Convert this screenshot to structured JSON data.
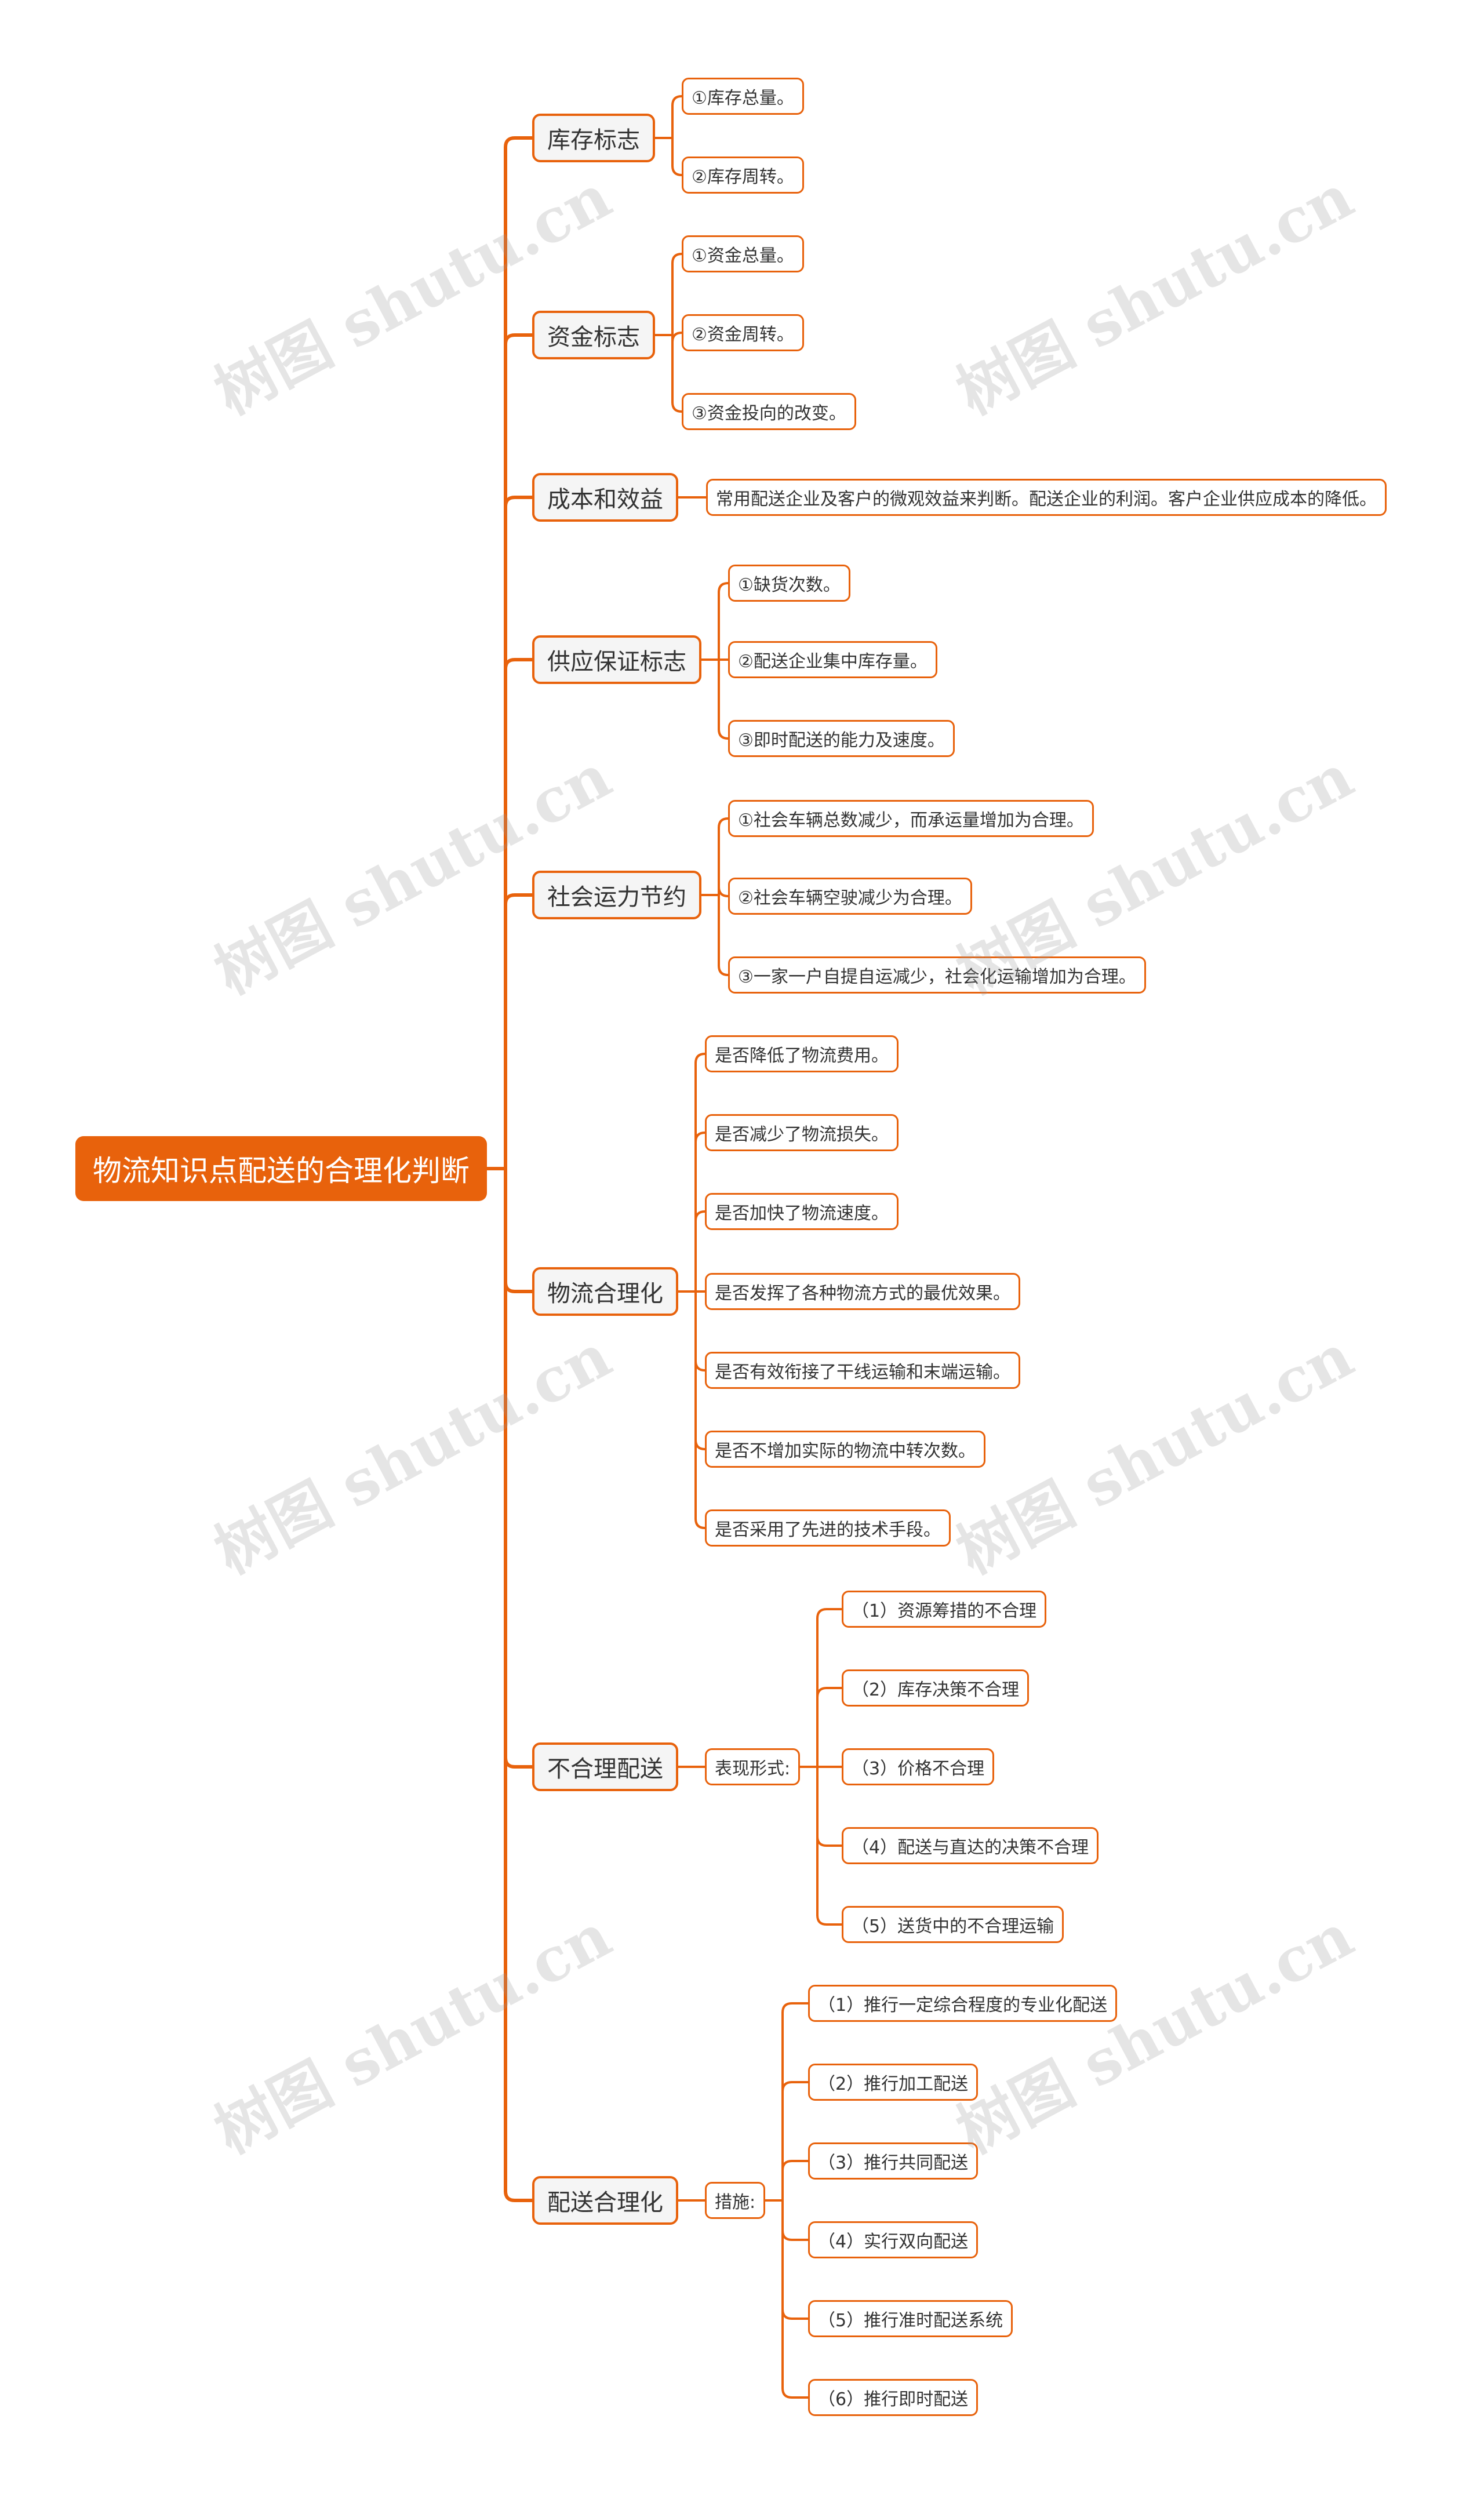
{
  "colors": {
    "accent": "#e8620c",
    "l1_fill": "#f5f5f5",
    "text": "#333333",
    "watermark": "#969696"
  },
  "watermark": "树图 shutu.cn",
  "root": "物流知识点配送的合理化判断",
  "branches": [
    {
      "label": "库存标志",
      "children": [
        "①库存总量。",
        "②库存周转。"
      ]
    },
    {
      "label": "资金标志",
      "children": [
        "①资金总量。",
        "②资金周转。",
        "③资金投向的改变。"
      ]
    },
    {
      "label": "成本和效益",
      "children": [
        "常用配送企业及客户的微观效益来判断。配送企业的利润。客户企业供应成本的降低。"
      ]
    },
    {
      "label": "供应保证标志",
      "children": [
        "①缺货次数。",
        "②配送企业集中库存量。",
        "③即时配送的能力及速度。"
      ]
    },
    {
      "label": "社会运力节约",
      "children": [
        "①社会车辆总数减少，而承运量增加为合理。",
        "②社会车辆空驶减少为合理。",
        "③一家一户自提自运减少，社会化运输增加为合理。"
      ]
    },
    {
      "label": "物流合理化",
      "children": [
        "是否降低了物流费用。",
        "是否减少了物流损失。",
        "是否加快了物流速度。",
        "是否发挥了各种物流方式的最优效果。",
        "是否有效衔接了干线运输和末端运输。",
        "是否不增加实际的物流中转次数。",
        "是否采用了先进的技术手段。"
      ]
    },
    {
      "label": "不合理配送",
      "sub": {
        "label": "表现形式:",
        "children": [
          "（1）资源筹措的不合理",
          "（2）库存决策不合理",
          "（3）价格不合理",
          "（4）配送与直达的决策不合理",
          "（5）送货中的不合理运输"
        ]
      }
    },
    {
      "label": "配送合理化",
      "sub": {
        "label": "措施:",
        "children": [
          "（1）推行一定综合程度的专业化配送",
          "（2）推行加工配送",
          "（3）推行共同配送",
          "（4）实行双向配送",
          "（5）推行准时配送系统",
          "（6）推行即时配送"
        ]
      }
    }
  ]
}
